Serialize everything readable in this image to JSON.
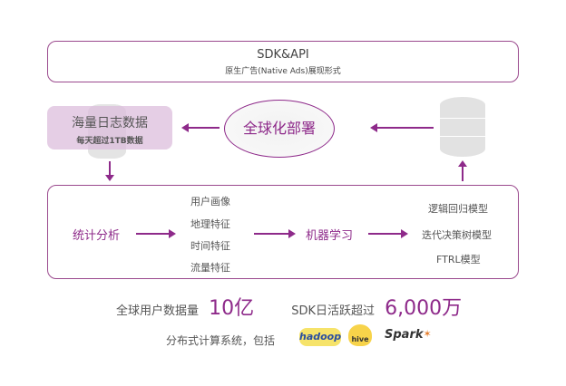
{
  "sdk": {
    "title": "SDK&API",
    "subtitle": "原生广告(Native Ads)展现形式"
  },
  "logs": {
    "title": "海量日志数据",
    "subtitle": "每天超过1TB数据"
  },
  "global": {
    "label": "全球化部署"
  },
  "pipeline": {
    "stats_label": "统计分析",
    "features": [
      "用户画像",
      "地理特征",
      "时间特征",
      "流量特征"
    ],
    "ml_label": "机器学习",
    "models": [
      "逻辑回归模型",
      "迭代决策树模型",
      "FTRL模型"
    ]
  },
  "stats": {
    "users_label": "全球用户数据量",
    "users_value": "10亿",
    "dau_label": "SDK日活跃超过",
    "dau_value": "6,000万"
  },
  "tech": {
    "label": "分布式计算系统，包括",
    "logos": [
      "Hadoop",
      "Hive",
      "Spark"
    ]
  },
  "colors": {
    "accent": "#8e2a8a"
  }
}
